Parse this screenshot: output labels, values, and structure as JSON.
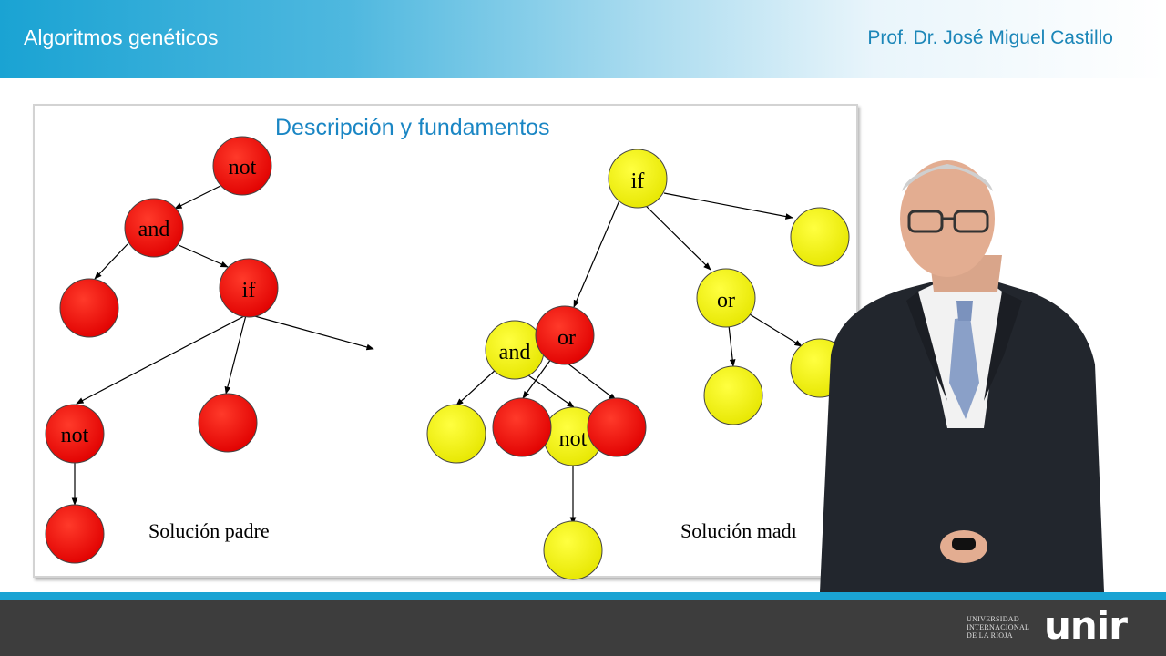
{
  "header": {
    "course_title": "Algoritmos genéticos",
    "professor": "Prof. Dr. José Miguel Castillo"
  },
  "slide": {
    "title": "Descripción y fundamentos",
    "left_caption": "Solución padre",
    "right_caption": "Solución madı"
  },
  "trees": {
    "padre": {
      "node_color": "#ff0000",
      "nodes": [
        "not",
        "and",
        "",
        "if",
        "not",
        "",
        ""
      ]
    },
    "madre": {
      "node_color": "#ffff00",
      "nodes": [
        "if",
        "",
        "or",
        "",
        "",
        "and",
        "or",
        "",
        "",
        "not",
        "",
        ""
      ]
    }
  },
  "footer": {
    "university": [
      "UNIVERSIDAD",
      "INTERNACIONAL",
      "DE LA RIOJA"
    ],
    "logo": "unir"
  },
  "colors": {
    "accent": "#1aa3d3",
    "title_blue": "#1a86c4",
    "footer": "#3d3d3d"
  }
}
